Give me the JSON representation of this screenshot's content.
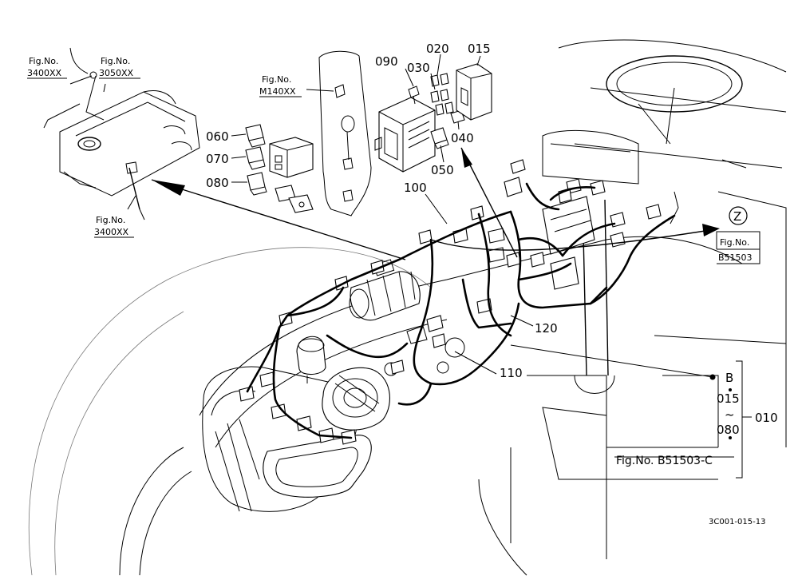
{
  "labels": {
    "fig_3400_top_title": "Fig.No.",
    "fig_3400_top_num": "3400XX",
    "fig_3050_title": "Fig.No.",
    "fig_3050_num": "3050XX",
    "fig_3400_bottom_title": "Fig.No.",
    "fig_3400_bottom_num": "3400XX",
    "fig_m140_title": "Fig.No.",
    "fig_m140_num": "M140XX",
    "fig_b51503_title": "Fig.No.",
    "fig_b51503_num": "B51503",
    "z_marker": "Z",
    "b_marker": "B",
    "p010": "010",
    "p015_top": "015",
    "p015_range_start": "015",
    "range_tilde": "~",
    "p080_range_end": "080",
    "p020": "020",
    "p030": "030",
    "p040": "040",
    "p050": "050",
    "p060": "060",
    "p070": "070",
    "p080": "080",
    "p090": "090",
    "p100": "100",
    "p110": "110",
    "p120": "120",
    "fig_ref_c": "Fig.No. B51503-C",
    "drawing_code": "3C001-015-13"
  }
}
